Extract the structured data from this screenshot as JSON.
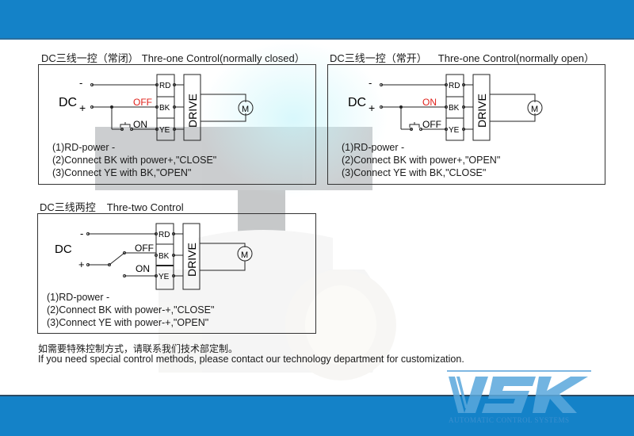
{
  "sections": [
    {
      "title_cn": "DC三线一控（常闭）",
      "title_en": "Thre-one Control(normally closed）",
      "dc_label": "DC",
      "minus": "-",
      "plus": "+",
      "terminals": [
        "RD",
        "BK",
        "YE"
      ],
      "drive_label": "DRIVE",
      "motor_label": "M",
      "bk_state": "OFF",
      "ye_state": "ON",
      "notes": [
        "(1)RD-power -",
        "(2)Connect BK with power+,\"CLOSE\"",
        "(3)Connect YE with BK,\"OPEN\""
      ]
    },
    {
      "title_cn": "DC三线一控（常开）",
      "title_en": "Thre-one Control(normally open）",
      "dc_label": "DC",
      "minus": "-",
      "plus": "+",
      "terminals": [
        "RD",
        "BK",
        "YE"
      ],
      "drive_label": "DRIVE",
      "motor_label": "M",
      "bk_state": "ON",
      "ye_state": "OFF",
      "notes": [
        "(1)RD-power -",
        "(2)Connect BK with power+,\"OPEN\"",
        "(3)Connect YE with BK,\"CLOSE\""
      ]
    },
    {
      "title_cn": "DC三线两控",
      "title_en": "Thre-two Control",
      "dc_label": "DC",
      "minus": "-",
      "plus": "+",
      "terminals": [
        "RD",
        "BK",
        "YE"
      ],
      "drive_label": "DRIVE",
      "motor_label": "M",
      "bk_state": "OFF",
      "ye_state": "ON",
      "notes": [
        "(1)RD-power -",
        "(2)Connect BK with power-+,\"CLOSE\"",
        "(3)Connect YE with power-+,\"OPEN\""
      ]
    }
  ],
  "footer": {
    "cn": "如需要特殊控制方式，请联系我们技术部定制。",
    "en": "If you need special control methods, please contact our technology department for customization."
  },
  "logo": {
    "text": "VSK",
    "subtitle": "AUTOMATIC CONTROL SYSTEMS"
  },
  "colors": {
    "band": "#1482c8",
    "red_state": "#e0201a",
    "logo": "#5aa8dc"
  }
}
